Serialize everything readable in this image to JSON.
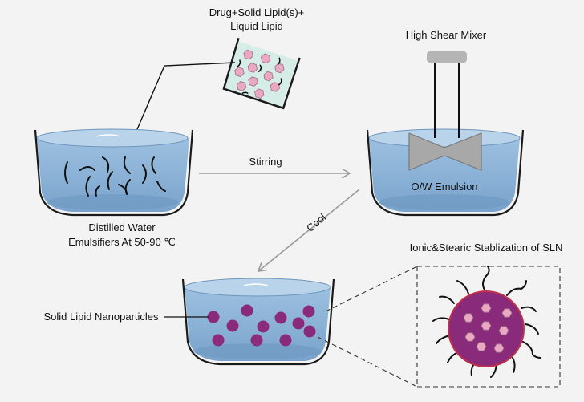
{
  "labels": {
    "drug_mix_line1": "Drug+Solid Lipid(s)+",
    "drug_mix_line2": "Liquid Lipid",
    "mixer": "High Shear Mixer",
    "stirring": "Stirring",
    "emulsion": "O/W Emulsion",
    "water_line1": "Distilled Water",
    "water_line2": "Emulsifiers At 50-90 ℃",
    "cool": "Cool",
    "stabilization": "Ionic&Stearic Stablization of SLN",
    "sln": "Solid Lipid Nanoparticles"
  },
  "colors": {
    "background": "#f3f3f3",
    "water": "#8fb5d8",
    "water_surface": "#b8d3ea",
    "vessel_outline": "#1a1a1a",
    "nanoparticle": "#8a2a7a",
    "lipid_hexagon": "#eaa8c2",
    "lipid_container_fill": "#d6ece6",
    "mixer_blade": "#a8a8a8",
    "arrow_gray": "#9a9a9a"
  }
}
